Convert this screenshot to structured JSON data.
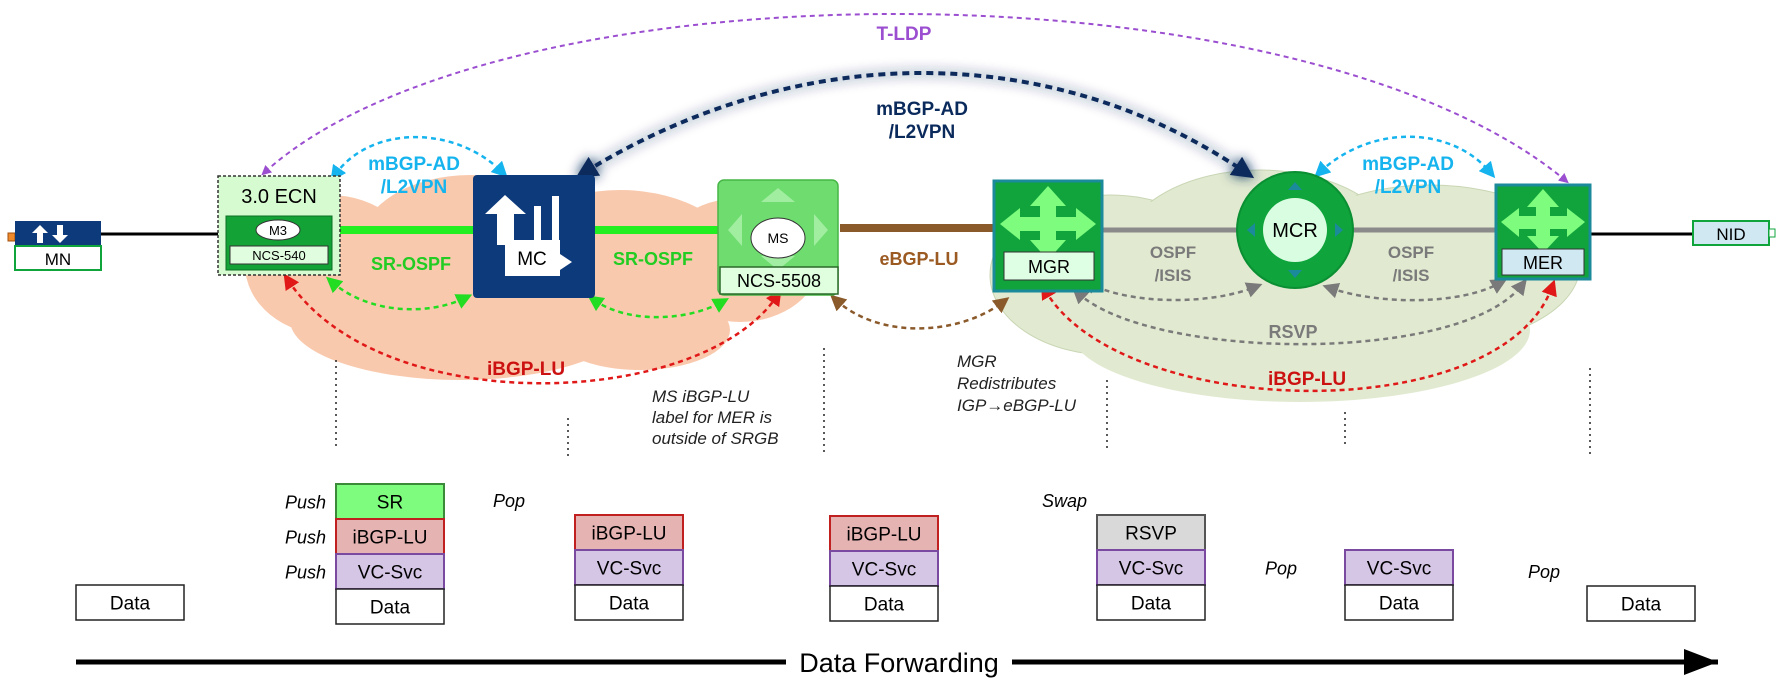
{
  "colors": {
    "tldp": "#9b4fd0",
    "mbgp_light": "#16b4ee",
    "mbgp_dark": "#0b2a5c",
    "sr_green": "#22dd22",
    "ibgp_red": "#e01818",
    "ebgp_brown": "#8b5a2b",
    "ospf_gray": "#7a7a7a",
    "label_red": "#cc1111",
    "label_green": "#22cc22",
    "label_brown": "#9a5a22",
    "device_blue": "#0d3a7a",
    "device_green": "#0fa43c",
    "device_teal": "#1b8a9a",
    "cloud_orange": "#f9c9ad",
    "cloud_green": "#e1ead0",
    "box_green": "#7dfc7d",
    "box_red": "#e6b3b3",
    "box_purple": "#d6c6e6",
    "box_gray": "#d9d9d9"
  },
  "icons": {
    "mn": "up-down-arrows-icon",
    "mc": "up-arrow-bars-icon",
    "mgr": "four-way-arrows-icon",
    "mer": "four-way-arrows-icon",
    "mcr": "ring-icon",
    "ms": "ms-card-icon"
  },
  "nodes": {
    "mn": "MN",
    "ecn_title": "3.0 ECN",
    "m3": "M3",
    "ncs540": "NCS-540",
    "mc": "MC",
    "ms": "MS",
    "ncs5508": "NCS-5508",
    "mgr": "MGR",
    "mcr": "MCR",
    "mer": "MER",
    "nid": "NID"
  },
  "protocols": {
    "tldp": "T-LDP",
    "mbgp_center_1": "mBGP-AD",
    "mbgp_center_2": "/L2VPN",
    "mbgp_left_1": "mBGP-AD",
    "mbgp_left_2": "/L2VPN",
    "mbgp_right_1": "mBGP-AD",
    "mbgp_right_2": "/L2VPN",
    "sr_ospf_1": "SR-OSPF",
    "sr_ospf_2": "SR-OSPF",
    "ebgp_lu": "eBGP-LU",
    "ospf_isis_1a": "OSPF",
    "ospf_isis_1b": "/ISIS",
    "ospf_isis_2a": "OSPF",
    "ospf_isis_2b": "/ISIS",
    "rsvp": "RSVP",
    "ibgp_lu_left": "iBGP-LU",
    "ibgp_lu_right": "iBGP-LU"
  },
  "notes": {
    "ms_note": [
      "MS iBGP-LU",
      "label for MER is",
      "outside of SRGB"
    ],
    "mgr_note": [
      "MGR",
      "Redistributes",
      "IGP→eBGP-LU"
    ]
  },
  "stacks": [
    {
      "ops": [],
      "labels": [
        "Data"
      ]
    },
    {
      "ops": [
        "Push",
        "Push",
        "Push"
      ],
      "labels": [
        "SR",
        "iBGP-LU",
        "VC-Svc",
        "Data"
      ]
    },
    {
      "ops": [
        "Pop"
      ],
      "labels": [
        "iBGP-LU",
        "VC-Svc",
        "Data"
      ]
    },
    {
      "ops": [],
      "labels": [
        "iBGP-LU",
        "VC-Svc",
        "Data"
      ]
    },
    {
      "ops": [
        "Swap"
      ],
      "labels": [
        "RSVP",
        "VC-Svc",
        "Data"
      ]
    },
    {
      "ops": [
        "Pop"
      ],
      "labels": [
        "VC-Svc",
        "Data"
      ]
    },
    {
      "ops": [
        "Pop"
      ],
      "labels": [
        "Data"
      ]
    }
  ],
  "footer": {
    "data_forwarding": "Data Forwarding"
  }
}
